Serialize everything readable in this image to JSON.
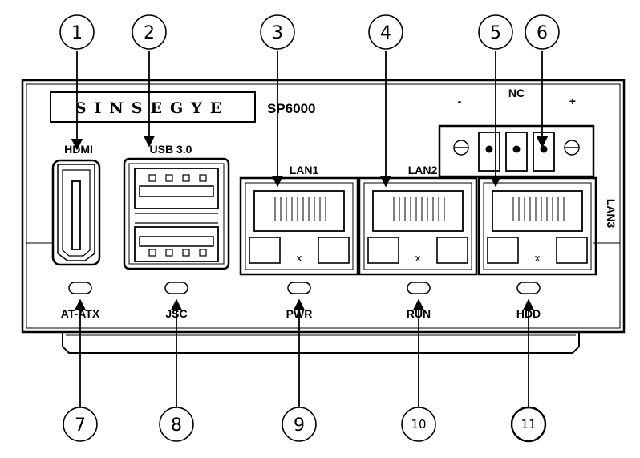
{
  "panel": {
    "brand": "SINSEGYE",
    "model": "SP6000"
  },
  "ports": {
    "hdmi": "HDMI",
    "usb": "USB 3.0",
    "lan1": "LAN1",
    "lan2": "LAN2",
    "lan3": "LAN3",
    "lan_mark": "x"
  },
  "power_terminal": {
    "minus": "-",
    "nc": "NC",
    "plus": "+"
  },
  "leds": {
    "at_atx": "AT-ATX",
    "jsc": "JSC",
    "pwr": "PWR",
    "run": "RUN",
    "hdd": "HDD"
  },
  "callouts": {
    "c1": "1",
    "c2": "2",
    "c3": "3",
    "c4": "4",
    "c5": "5",
    "c6": "6",
    "c7": "7",
    "c8": "8",
    "c9": "9",
    "c10": "10",
    "c11": "11"
  }
}
